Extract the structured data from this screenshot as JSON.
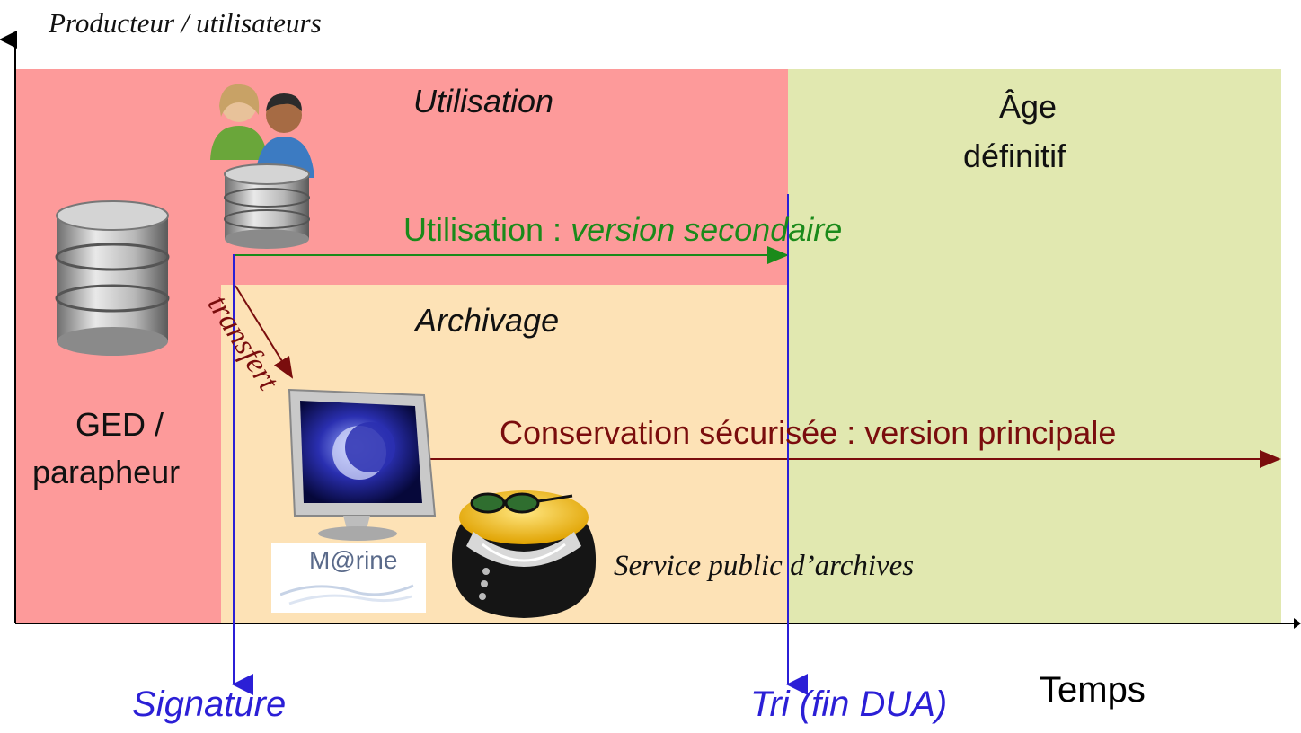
{
  "colors": {
    "zone_use": "#fd9a9a",
    "zone_archive": "#fde2b6",
    "zone_final": "#e1e8b0",
    "green_arrow": "#1a8a1a",
    "red_arrow": "#7a0d0d",
    "blue_line": "#2b1fd6"
  },
  "axes": {
    "y_label": "Producteur / utilisateurs",
    "x_label": "Temps"
  },
  "zones": {
    "utilisation": "Utilisation",
    "archivage": "Archivage",
    "age_line1": "Âge",
    "age_line2": "définitif"
  },
  "systems": {
    "ged_line1": "GED /",
    "ged_line2": "parapheur",
    "marine_logo": "M@rine"
  },
  "flows": {
    "secondary_prefix": "Utilisation : ",
    "secondary_italic": "version secondaire",
    "transfer": "transfert",
    "primary": "Conservation sécurisée : version principale"
  },
  "actors": {
    "archive_service": "Service public d’archives"
  },
  "milestones": {
    "signature": "Signature",
    "tri": "Tri (fin DUA)"
  },
  "icons": [
    "database-icon",
    "users-icon",
    "computer-monitor-icon",
    "archivist-mascot-icon"
  ]
}
